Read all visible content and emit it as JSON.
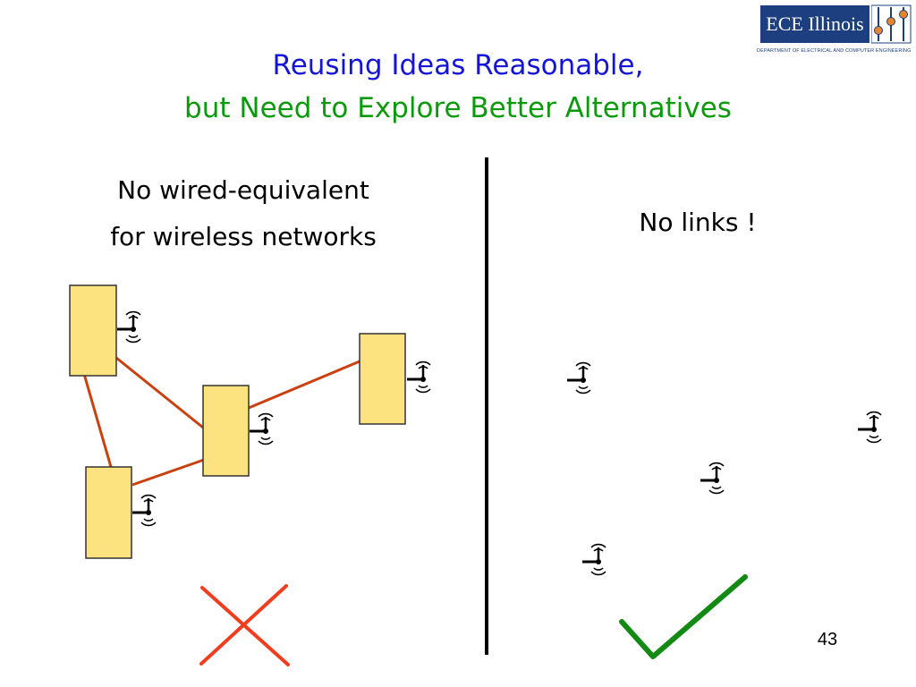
{
  "slide": {
    "title_line1": "Reusing Ideas Reasonable,",
    "title_line2": "but Need to Explore Better Alternatives",
    "title_line1_color": "#1515d6",
    "title_line2_color": "#0b9a0b",
    "page_number": "43"
  },
  "left_panel": {
    "heading_line1": "No wired-equivalent",
    "heading_line2": "for wireless networks",
    "node_color": "#fde37f",
    "link_color": "#c8410e",
    "status_icon": "cross-icon",
    "status_color": "#f03d1e"
  },
  "right_panel": {
    "heading": "No links !",
    "status_icon": "checkmark-icon",
    "status_color": "#138a13"
  },
  "logo": {
    "name": "ECE Illinois",
    "subtitle": "DEPARTMENT OF ELECTRICAL AND COMPUTER ENGINEERING",
    "brand_color": "#1d3f80",
    "accent_color": "#e8842a"
  }
}
